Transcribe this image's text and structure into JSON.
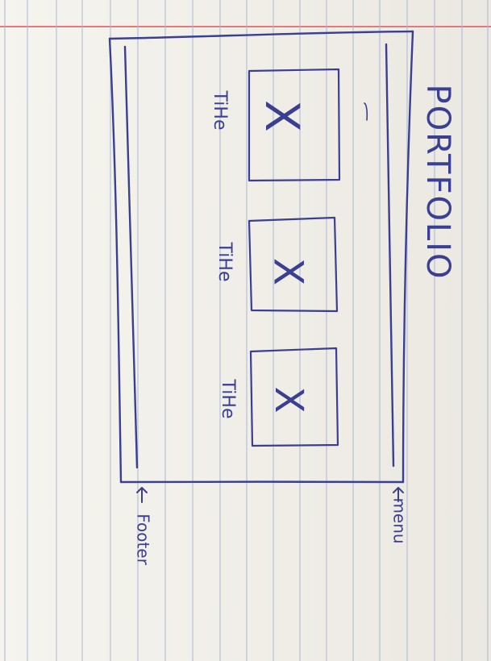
{
  "portfolio_title": "PORTFOLIO",
  "items": [
    {
      "title": "TiHe",
      "placeholder": "X"
    },
    {
      "title": "TiHe",
      "placeholder": "X"
    },
    {
      "title": "TiHe",
      "placeholder": "X"
    }
  ],
  "annotations": {
    "menu": "menu",
    "footer": "Footer"
  },
  "colors": {
    "ink": "#3a3f92",
    "paper": "#f2f0e8",
    "line": "#aab8d6",
    "margin": "#e26d6d"
  }
}
